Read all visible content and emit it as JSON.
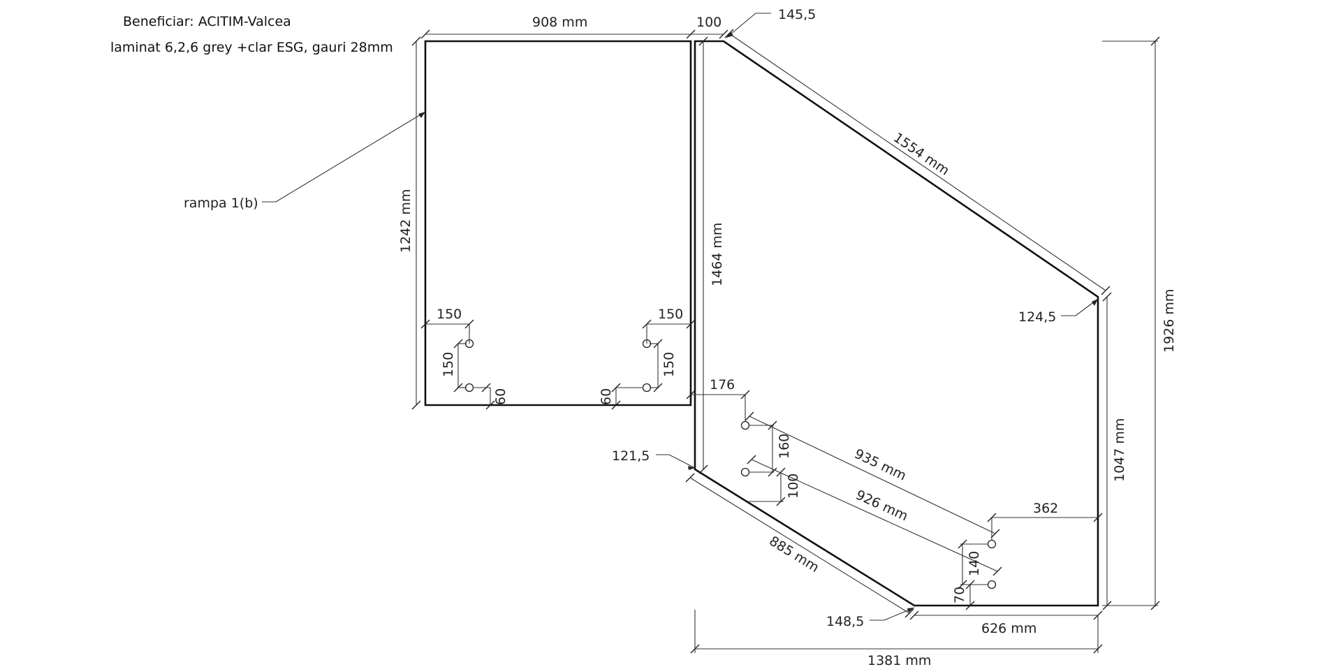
{
  "header": {
    "client": "Beneficiar: ACITIM-Valcea",
    "spec": "laminat 6,2,6 grey +clar ESG, gauri 28mm"
  },
  "panel_left": {
    "label": "rampa 1(b)",
    "width": "908 mm",
    "height": "1242 mm",
    "hole_offset_x_left": "150",
    "hole_offset_x_right": "150",
    "hole_spacing_left": "150",
    "hole_spacing_right": "150",
    "edge_offset_left": "60",
    "edge_offset_right": "60"
  },
  "panel_right": {
    "gap": "100",
    "corner_top": "145,5",
    "diagonal_top": "1554 mm",
    "left_height": "1464 mm",
    "corner_right": "124,5",
    "total_height": "1926 mm",
    "right_height": "1047 mm",
    "hole_offset_x": "176",
    "hole_spacing_left": "160",
    "hole_offset_y": "100",
    "diag_holes_1": "935 mm",
    "diag_holes_2": "926 mm",
    "hole_offset_right": "362",
    "hole_spacing_right": "140",
    "hole_offset_bottom": "70",
    "corner_left": "121,5",
    "diagonal_bottom": "885 mm",
    "corner_bottom": "148,5",
    "bottom_width": "626 mm",
    "total_width": "1381 mm"
  }
}
